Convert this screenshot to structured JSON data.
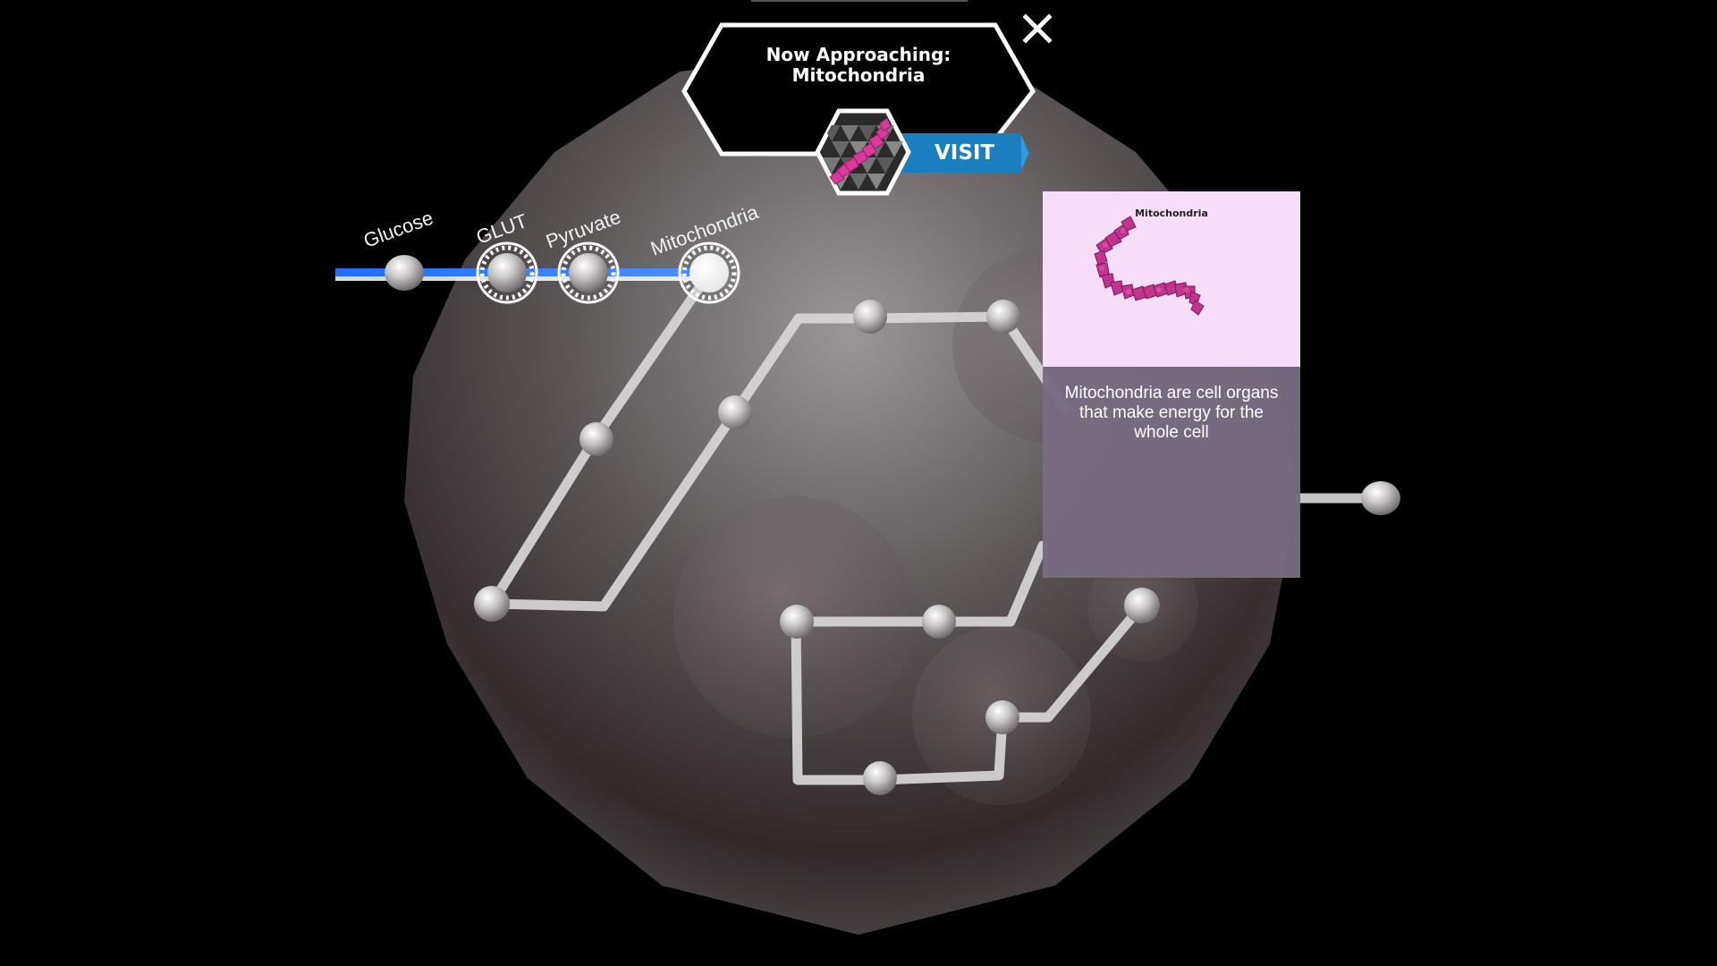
{
  "pathway": {
    "labels": {
      "glucose": "Glucose",
      "glut": "GLUT",
      "pyruvate": "Pyruvate",
      "mitochondria": "Mitochondria"
    }
  },
  "banner": {
    "line1": "Now Approaching:",
    "line2": "Mitochondria",
    "visit_label": "VISIT",
    "close_icon": "close-icon",
    "thumbnail_icon": "mitochondria-thumbnail"
  },
  "info_card": {
    "image_title": "Mitochondria",
    "description": "Mitochondria are cell organs that make energy for the whole cell"
  },
  "colors": {
    "visit_blue": "#1a7fbf",
    "path_blue": "#1f6cff",
    "card_pink": "#f6def8",
    "card_gray": "#786c80",
    "mito_magenta": "#c2338f"
  }
}
